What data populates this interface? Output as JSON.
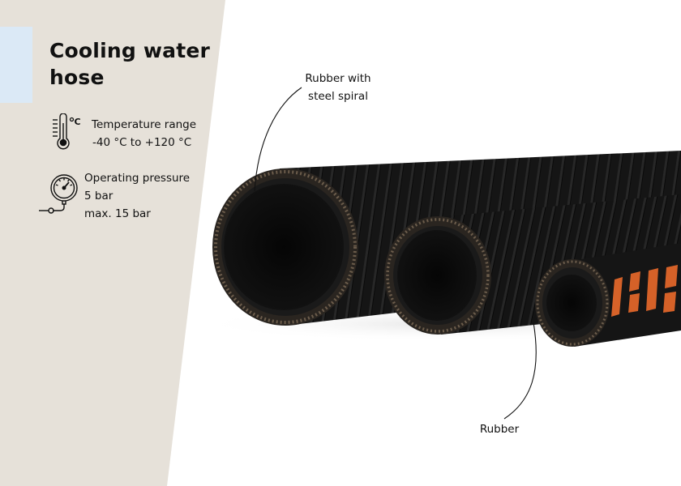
{
  "product": {
    "title": "Cooling water hose"
  },
  "specs": {
    "temperature": {
      "icon": "thermometer-celsius-icon",
      "label": "Temperature range",
      "value": "-40 °C to +120 °C"
    },
    "pressure": {
      "icon": "pressure-gauge-icon",
      "label": "Operating pressure",
      "value": "5 bar",
      "max": "max. 15 bar"
    }
  },
  "callouts": {
    "top_line1": "Rubber with",
    "top_line2": "steel spiral",
    "bottom": "Rubber"
  },
  "colors": {
    "panel_beige": "#e6e1d9",
    "accent_blue": "#dbe9f6",
    "hose_black": "#141414",
    "hose_print_orange": "#e0662a"
  }
}
